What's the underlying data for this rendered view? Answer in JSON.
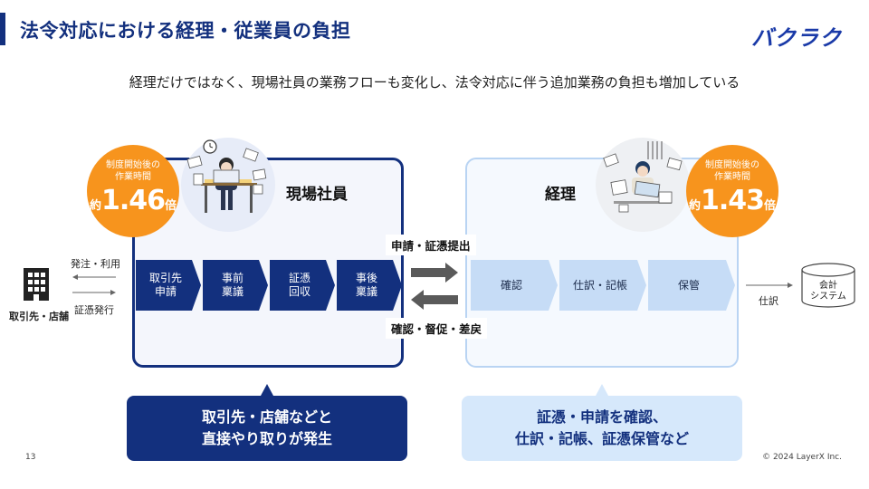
{
  "header": {
    "title": "法令対応における経理・従業員の負担",
    "logo": "バクラク",
    "subtitle": "経理だけではなく、現場社員の業務フローも変化し、法令対応に伴う追加業務の負担も増加している"
  },
  "left_panel": {
    "label": "現場社員",
    "badge": {
      "line1": "制度開始後の",
      "line2": "作業時間",
      "prefix": "約",
      "value": "1.46",
      "suffix": "倍"
    },
    "steps": [
      "取引先\n申請",
      "事前\n稟議",
      "証憑\n回収",
      "事後\n稟議"
    ]
  },
  "right_panel": {
    "label": "経理",
    "badge": {
      "line1": "制度開始後の",
      "line2": "作業時間",
      "prefix": "約",
      "value": "1.43",
      "suffix": "倍"
    },
    "steps": [
      "確認",
      "仕訳・記帳",
      "保管"
    ]
  },
  "middle": {
    "top_label": "申請・証憑提出",
    "bottom_label": "確認・督促・差戻"
  },
  "external": {
    "label": "取引先・店舗",
    "arrow_top": "発注・利用",
    "arrow_bottom": "証憑発行"
  },
  "system": {
    "arrow_label": "仕訳",
    "label_line1": "会計",
    "label_line2": "システム"
  },
  "callouts": {
    "left_line1": "取引先・店舗などと",
    "left_line2": "直接やり取りが発生",
    "right_line1": "証憑・申請を確認、",
    "right_line2": "仕訳・記帳、証憑保管など"
  },
  "footer": {
    "page": "13",
    "copyright": "© 2024 LayerX Inc."
  },
  "colors": {
    "navy": "#13307e",
    "orange": "#f7941d",
    "light_blue": "#c6dcf6",
    "callout_light": "#d6e8fb"
  }
}
